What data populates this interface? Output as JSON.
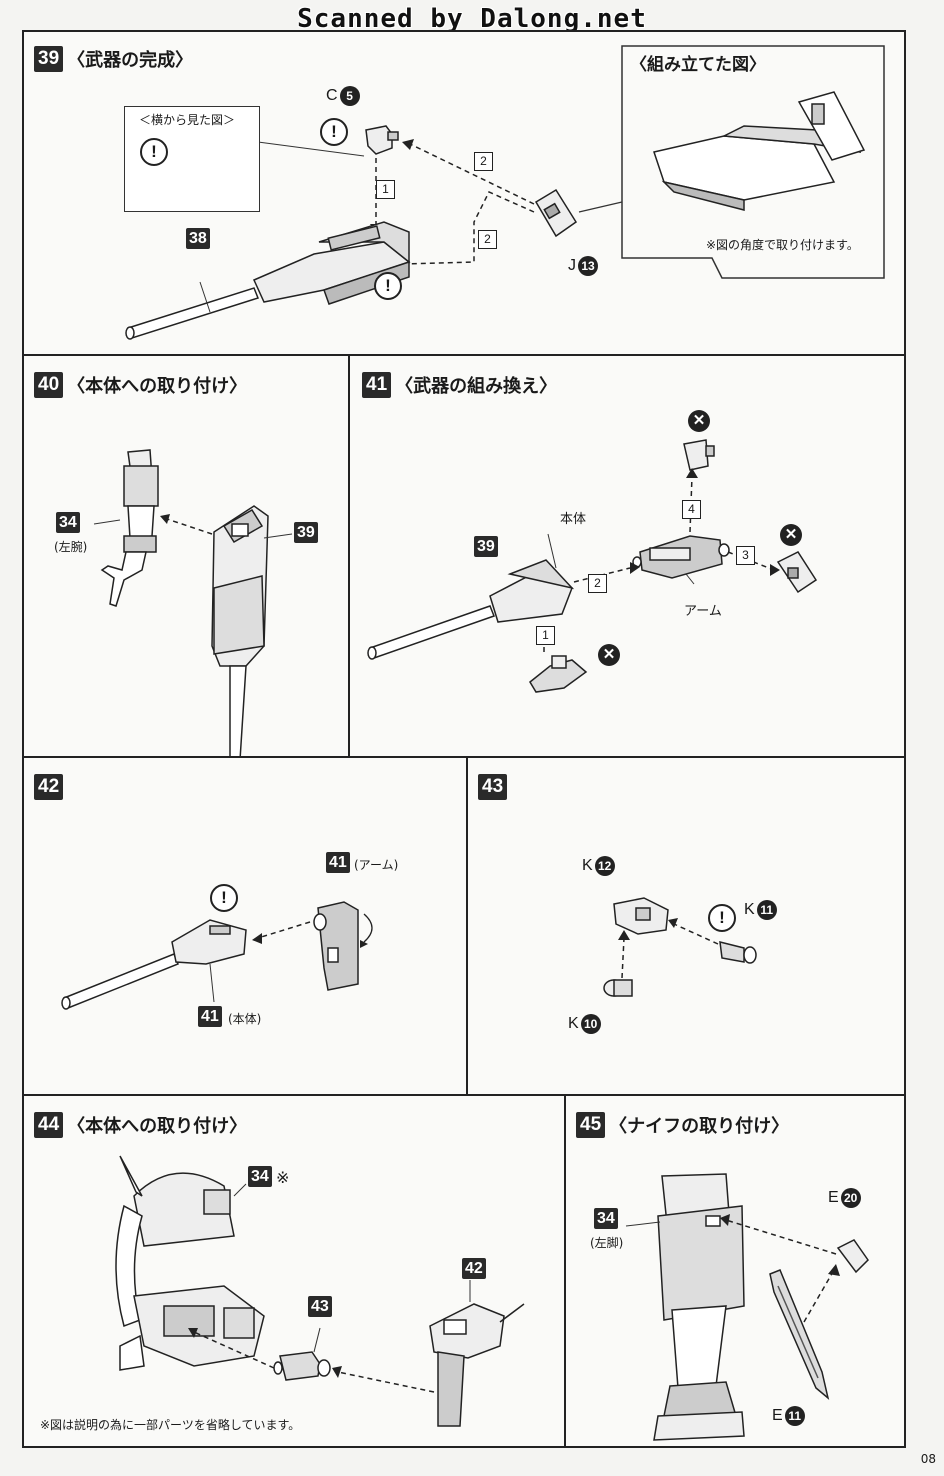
{
  "watermark": "Scanned by Dalong.net",
  "page_number": "08",
  "step39": {
    "num": "39",
    "title": "〈武器の完成〉",
    "side_view_label": "＜横から見た図＞",
    "assembled_title": "〈組み立てた図〉",
    "assembled_note": "※図の角度で取り付けます。",
    "part_C": "C",
    "part_C_num": "5",
    "part_J": "J",
    "part_J_num": "13",
    "part_38": "38",
    "order1": "1",
    "order2a": "2",
    "order2b": "2"
  },
  "step40": {
    "num": "40",
    "title": "〈本体への取り付け〉",
    "part_34": "34",
    "part_34_note": "(左腕)",
    "part_39": "39"
  },
  "step41": {
    "num": "41",
    "title": "〈武器の組み換え〉",
    "part_39": "39",
    "label_body": "本体",
    "label_arm": "アーム",
    "order1": "1",
    "order2": "2",
    "order3": "3",
    "order4": "4"
  },
  "step42": {
    "num": "42",
    "part_41a": "41",
    "part_41a_note": "(アーム)",
    "part_41b": "41",
    "part_41b_note": "(本体)"
  },
  "step43": {
    "num": "43",
    "part_K12": "K",
    "part_K12_num": "12",
    "part_K11": "K",
    "part_K11_num": "11",
    "part_K10": "K",
    "part_K10_num": "10"
  },
  "step44": {
    "num": "44",
    "title": "〈本体への取り付け〉",
    "part_34": "34",
    "part_34_mark": "※",
    "part_43": "43",
    "part_42": "42",
    "note": "※図は説明の為に一部パーツを省略しています。"
  },
  "step45": {
    "num": "45",
    "title": "〈ナイフの取り付け〉",
    "part_34": "34",
    "part_34_note": "(左脚)",
    "part_E20": "E",
    "part_E20_num": "20",
    "part_E11": "E",
    "part_E11_num": "11"
  },
  "icons": {
    "warning": "!",
    "cross": "✕"
  }
}
